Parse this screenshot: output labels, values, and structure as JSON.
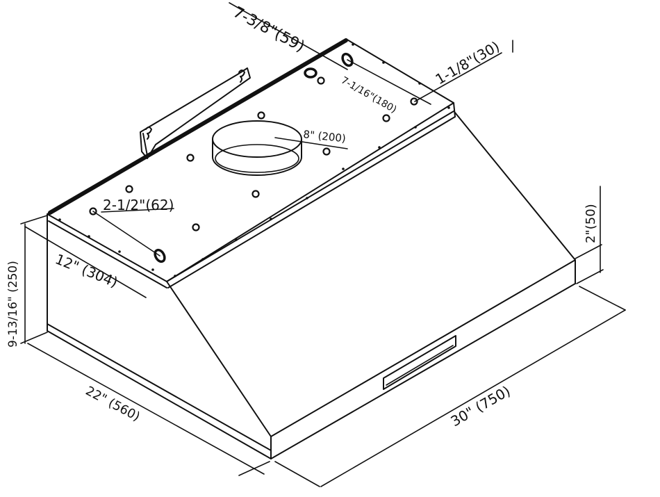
{
  "colors": {
    "line": "#111111",
    "background": "#ffffff"
  },
  "dimensions": {
    "top_back_height": "7-3/8\"(59)",
    "flange_offset": "1-1/8\"(30)",
    "slot_spacing": "7-1/16\"(180)",
    "duct_diameter": "8\" (200)",
    "front_slot_offset": "2-1/2\"(62)",
    "overall_height": "9-13/16\" (250)",
    "top_depth": "12\" (304)",
    "front_lip": "2\"(50)",
    "overall_depth": "22\" (560)",
    "overall_width": "30\" (750)"
  }
}
